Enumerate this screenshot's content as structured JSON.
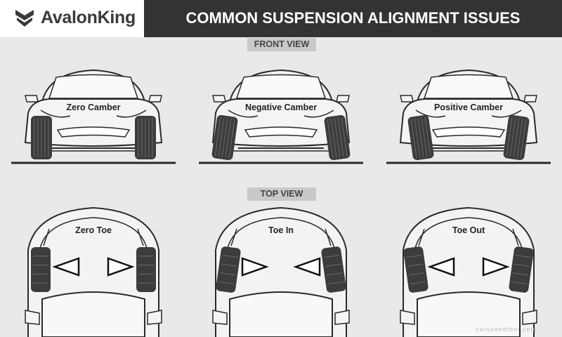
{
  "brand": {
    "name": "AvalonKing",
    "logo_icon": "chevron-shield-icon"
  },
  "title": "COMMON SUSPENSION ALIGNMENT ISSUES",
  "front_view": {
    "label": "FRONT VIEW",
    "panels": [
      {
        "label": "Zero Camber",
        "camber": "zero"
      },
      {
        "label": "Negative Camber",
        "camber": "negative"
      },
      {
        "label": "Positive Camber",
        "camber": "positive"
      }
    ]
  },
  "top_view": {
    "label": "TOP VIEW",
    "panels": [
      {
        "label": "Zero Toe",
        "toe": "zero"
      },
      {
        "label": "Toe In",
        "toe": "in"
      },
      {
        "label": "Toe Out",
        "toe": "out"
      }
    ]
  },
  "watermark": "carspeedtest.com",
  "colors": {
    "background": "#e9e9e9",
    "title_bar": "#333333",
    "tire": "#3c3c3c",
    "line": "#2a2a2a"
  }
}
